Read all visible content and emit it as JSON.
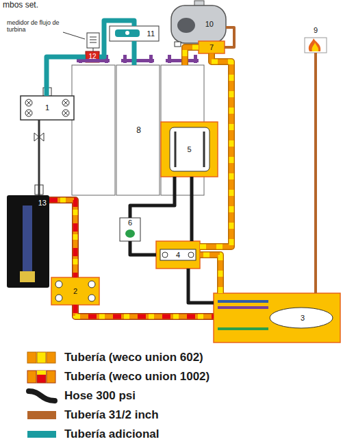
{
  "diagram": {
    "nodes": [
      {
        "text": [
          "10"
        ]
      },
      {
        "text": [
          "11"
        ]
      },
      {
        "text": [
          "9"
        ]
      },
      {
        "text": [
          "7"
        ]
      },
      {
        "text": [
          "12"
        ]
      },
      {
        "text": [
          "8"
        ]
      },
      {
        "text": [
          "1"
        ]
      },
      {
        "text": [
          "5"
        ]
      },
      {
        "text": [
          "13"
        ]
      },
      {
        "text": [
          "6"
        ]
      },
      {
        "text": [
          "4"
        ]
      },
      {
        "text": [
          "2"
        ]
      },
      {
        "text": [
          "3"
        ]
      }
    ],
    "edges": [
      {
        "from": 8,
        "to": 6,
        "arrow": "none"
      },
      {
        "from": 6,
        "to": 4,
        "arrow": "none"
      },
      {
        "from": 4,
        "to": 1,
        "arrow": "none"
      },
      {
        "from": 1,
        "to": 5,
        "arrow": "none"
      },
      {
        "from": 8,
        "to": 11,
        "arrow": "none"
      },
      {
        "from": 11,
        "to": 12,
        "arrow": "none"
      },
      {
        "from": 12,
        "to": 10,
        "arrow": "none"
      },
      {
        "from": 10,
        "to": 9,
        "arrow": "none"
      },
      {
        "from": 9,
        "to": 7,
        "arrow": "none"
      },
      {
        "from": 7,
        "to": 10,
        "arrow": "none"
      },
      {
        "from": 10,
        "to": 3,
        "arrow": "none"
      },
      {
        "from": 3,
        "to": 5,
        "arrow": "none"
      },
      {
        "from": 3,
        "to": 0,
        "arrow": "none"
      },
      {
        "from": 12,
        "to": 2,
        "arrow": "none"
      },
      {
        "from": 10,
        "to": 12,
        "arrow": "none"
      }
    ],
    "labels": [
      "mbos set.",
      "medidor de flujo de turbina"
    ],
    "legend": [
      {
        "text": "Tubería (weco union 602)"
      },
      {
        "text": "Tubería (weco union 1002)"
      },
      {
        "text": "Hose 300 psi"
      },
      {
        "text": "Tubería 31/2 inch",
        "color": "#b5652a"
      },
      {
        "text": "Tubería adicional",
        "color": "#1a9ba0"
      }
    ]
  }
}
